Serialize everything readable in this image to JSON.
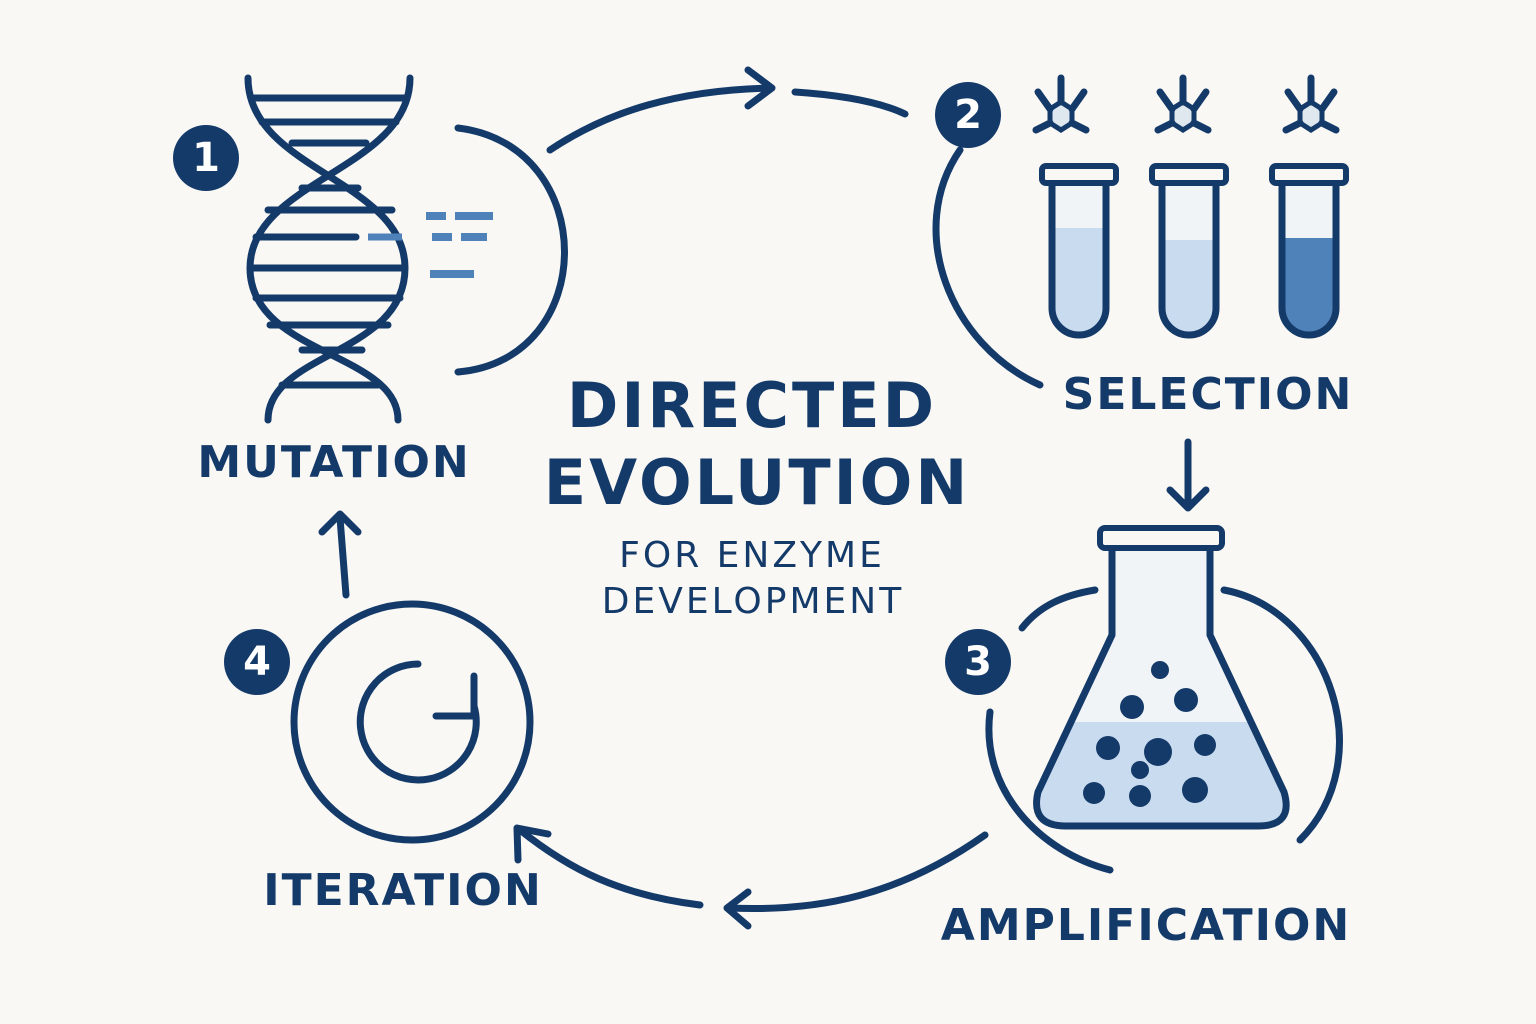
{
  "title": {
    "line1": "DIRECTED",
    "line2": "EVOLUTION",
    "subtitle_line1": "FOR ENZYME",
    "subtitle_line2": "DEVELOPMENT"
  },
  "steps": [
    {
      "number": "1",
      "label": "MUTATION",
      "icon": "dna-helix-icon"
    },
    {
      "number": "2",
      "label": "SELECTION",
      "icon": "test-tubes-icon"
    },
    {
      "number": "3",
      "label": "AMPLIFICATION",
      "icon": "erlenmeyer-flask-icon"
    },
    {
      "number": "4",
      "label": "ITERATION",
      "icon": "refresh-cycle-icon"
    }
  ],
  "colors": {
    "ink": "#143a6a",
    "liquid_light": "#c9dcef",
    "liquid_dark": "#4f82b8",
    "background": "#f9f8f4"
  }
}
